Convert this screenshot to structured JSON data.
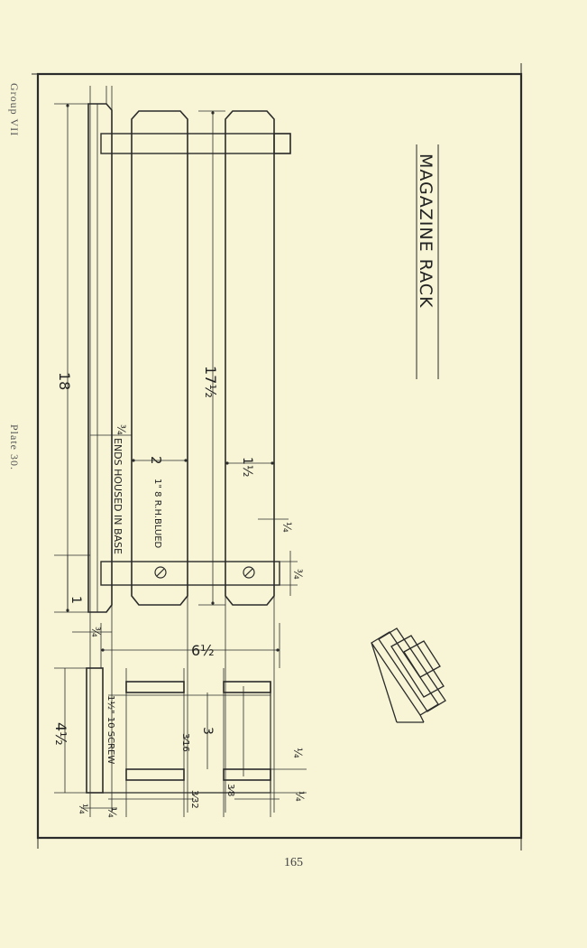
{
  "header": {
    "group": "Group VII",
    "plate": "Plate 30."
  },
  "drawing": {
    "title": "MAGAZINE RACK",
    "notes": {
      "ends_housed": "ENDS HOUSED IN BASE",
      "rh_blued": "1\" 8 R.H.BLUED",
      "screw": "1½\" 10 SCREW"
    },
    "dims": {
      "length_18": "18",
      "length_17h": "17½",
      "width_2": "2",
      "width_1h": "1½",
      "d_3q_top": "¾",
      "d_1": "1",
      "d_3q_left": "¾",
      "d_6h": "6½",
      "d_3q_right": "¾",
      "d_q_right": "¼",
      "d_4h": "4½",
      "d_3": "3",
      "d_3_16": "3⁄16",
      "d_3_32": "3⁄32",
      "d_3_8": "3⁄8",
      "d_q_a": "¼",
      "d_q_b": "¼",
      "d_q_c": "¼",
      "d_q_d": "¼"
    }
  },
  "footer": {
    "page_number": "165"
  }
}
